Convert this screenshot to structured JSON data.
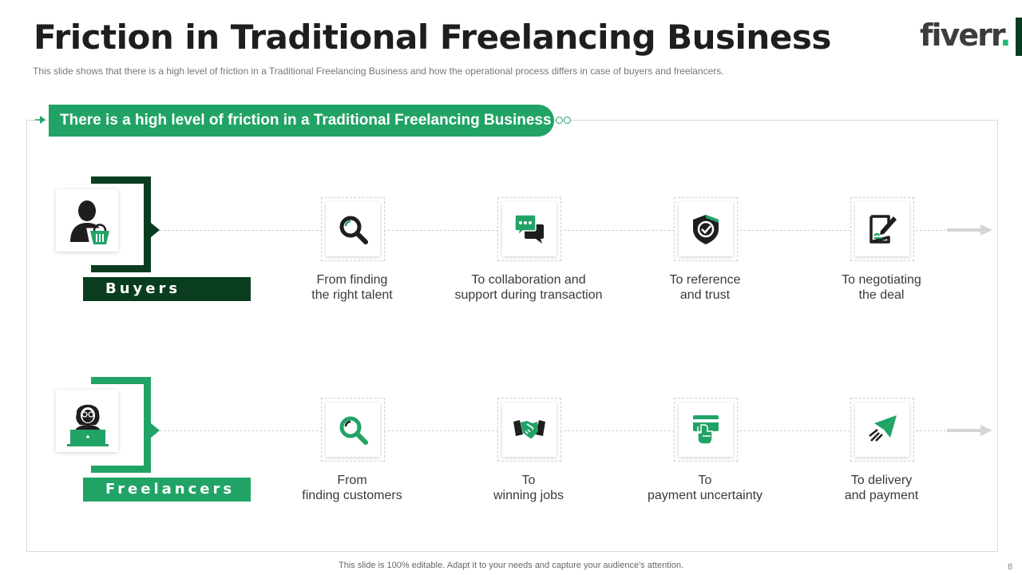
{
  "header": {
    "title": "Friction in Traditional Freelancing Business",
    "subtitle": "This slide shows that there is a high level of friction in a Traditional Freelancing Business and how the operational process differs in case of buyers and freelancers.",
    "logo_text": "fiverr",
    "logo_dot": "."
  },
  "banner": {
    "text": "There is a high level of friction in a Traditional Freelancing Business"
  },
  "buyers": {
    "label": "Buyers",
    "persona_icon": "buyer-with-basket-icon",
    "steps": [
      {
        "icon": "magnifier-icon",
        "line1": "From finding",
        "line2": "the right talent"
      },
      {
        "icon": "chat-bubbles-icon",
        "line1": "To collaboration and",
        "line2": "support during transaction"
      },
      {
        "icon": "shield-check-icon",
        "line1": "To reference",
        "line2": "and trust"
      },
      {
        "icon": "document-pen-icon",
        "line1": "To negotiating",
        "line2": "the deal"
      }
    ]
  },
  "freelancers": {
    "label": "Freelancers",
    "persona_icon": "freelancer-laptop-icon",
    "steps": [
      {
        "icon": "magnifier-icon",
        "line1": "From",
        "line2": "finding customers"
      },
      {
        "icon": "handshake-icon",
        "line1": "To",
        "line2": "winning jobs"
      },
      {
        "icon": "card-payment-icon",
        "line1": "To",
        "line2": "payment uncertainty"
      },
      {
        "icon": "paper-plane-icon",
        "line1": "To delivery",
        "line2": "and payment"
      }
    ]
  },
  "footer": {
    "text": "This slide is 100% editable. Adapt it to your needs and capture your audience's attention.",
    "page_number": "8"
  },
  "colors": {
    "dark_green": "#0a3d1f",
    "accent_green": "#21a366",
    "brand_green": "#1dbf73"
  }
}
